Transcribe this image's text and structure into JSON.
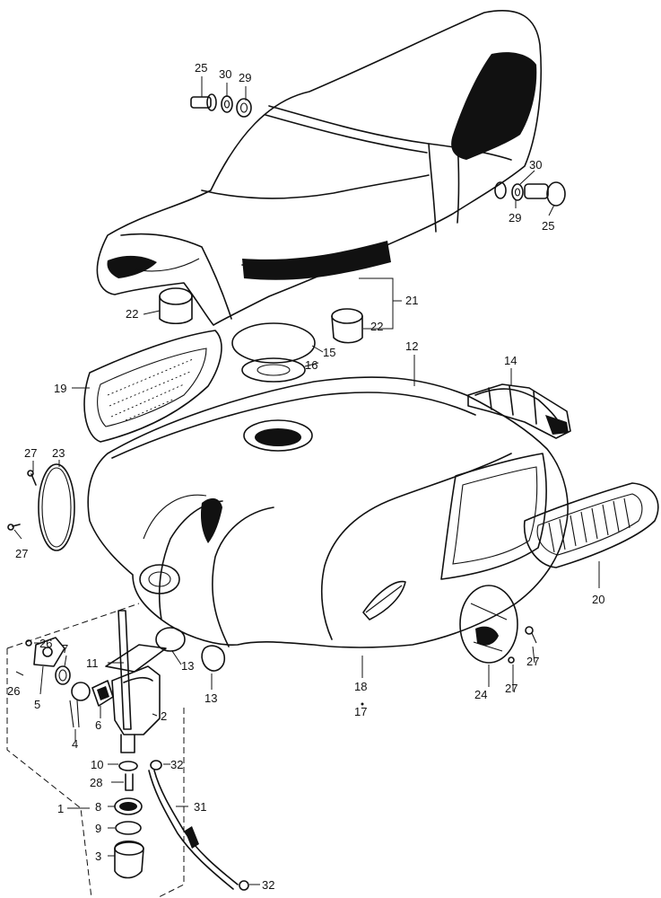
{
  "diagram": {
    "callouts": [
      {
        "id": "25a",
        "text": "25"
      },
      {
        "id": "30a",
        "text": "30"
      },
      {
        "id": "29a",
        "text": "29"
      },
      {
        "id": "30b",
        "text": "30"
      },
      {
        "id": "29b",
        "text": "29"
      },
      {
        "id": "25b",
        "text": "25"
      },
      {
        "id": "21",
        "text": "21"
      },
      {
        "id": "22a",
        "text": "22"
      },
      {
        "id": "22b",
        "text": "22"
      },
      {
        "id": "15",
        "text": "15"
      },
      {
        "id": "16",
        "text": "16"
      },
      {
        "id": "12",
        "text": "12"
      },
      {
        "id": "14",
        "text": "14"
      },
      {
        "id": "19",
        "text": "19"
      },
      {
        "id": "27a",
        "text": "27"
      },
      {
        "id": "23",
        "text": "23"
      },
      {
        "id": "27b",
        "text": "27"
      },
      {
        "id": "20",
        "text": "20"
      },
      {
        "id": "26a",
        "text": "26"
      },
      {
        "id": "7",
        "text": "7"
      },
      {
        "id": "26b",
        "text": "26"
      },
      {
        "id": "5",
        "text": "5"
      },
      {
        "id": "11",
        "text": "11"
      },
      {
        "id": "13a",
        "text": "13"
      },
      {
        "id": "13b",
        "text": "13"
      },
      {
        "id": "2",
        "text": "2"
      },
      {
        "id": "6",
        "text": "6"
      },
      {
        "id": "4",
        "text": "4"
      },
      {
        "id": "18",
        "text": "18"
      },
      {
        "id": "17",
        "text": "17"
      },
      {
        "id": "24",
        "text": "24"
      },
      {
        "id": "27c",
        "text": "27"
      },
      {
        "id": "27d",
        "text": "27"
      },
      {
        "id": "10",
        "text": "10"
      },
      {
        "id": "32a",
        "text": "32"
      },
      {
        "id": "28",
        "text": "28"
      },
      {
        "id": "1",
        "text": "1"
      },
      {
        "id": "8",
        "text": "8"
      },
      {
        "id": "31",
        "text": "31"
      },
      {
        "id": "9",
        "text": "9"
      },
      {
        "id": "3",
        "text": "3"
      },
      {
        "id": "32b",
        "text": "32"
      }
    ]
  }
}
